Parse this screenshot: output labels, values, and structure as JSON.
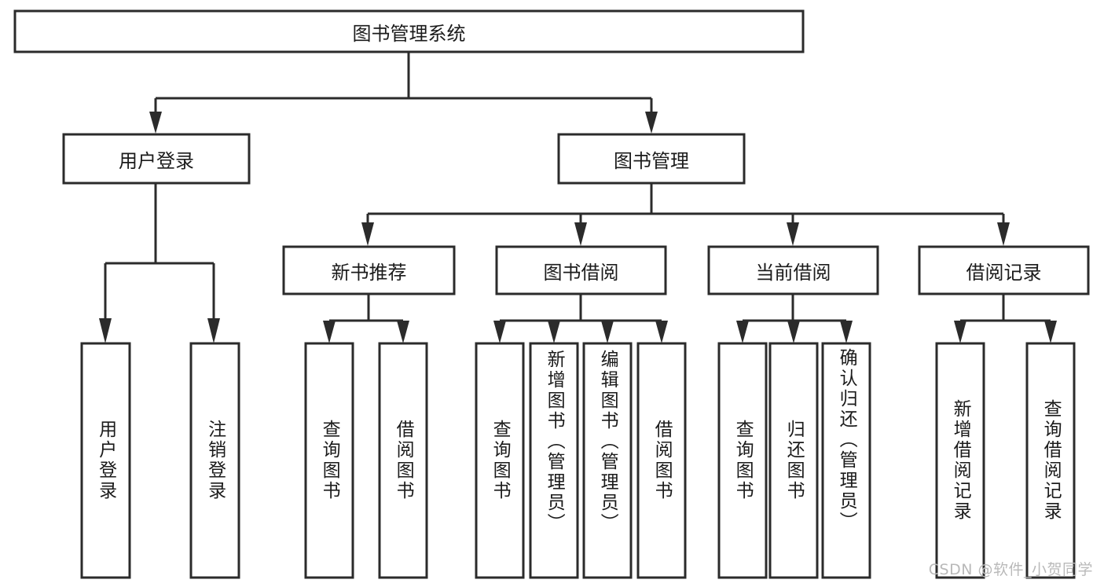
{
  "diagram": {
    "type": "tree",
    "title": "图书管理系统",
    "root": {
      "label": "图书管理系统"
    },
    "level2": [
      {
        "label": "用户登录"
      },
      {
        "label": "图书管理"
      }
    ],
    "level3": [
      {
        "label": "新书推荐"
      },
      {
        "label": "图书借阅"
      },
      {
        "label": "当前借阅"
      },
      {
        "label": "借阅记录"
      }
    ],
    "leaves": {
      "user_login": [
        {
          "label": "用户登录"
        },
        {
          "label": "注销登录"
        }
      ],
      "new_book_recommend": [
        {
          "label": "查询图书"
        },
        {
          "label": "借阅图书"
        }
      ],
      "book_borrow": [
        {
          "label": "查询图书"
        },
        {
          "label": "新增图书（管理员）"
        },
        {
          "label": "编辑图书（管理员）"
        },
        {
          "label": "借阅图书"
        }
      ],
      "current_borrow": [
        {
          "label": "查询图书"
        },
        {
          "label": "归还图书"
        },
        {
          "label": "确认归还（管理员）"
        }
      ],
      "borrow_record": [
        {
          "label": "新增借阅记录"
        },
        {
          "label": "查询借阅记录"
        }
      ]
    },
    "watermark": "CSDN @软件_小贺同学",
    "colors": {
      "stroke": "#2b2b2b",
      "fill": "#ffffff",
      "text": "#1b1b1b",
      "watermark": "#b9b9b9"
    }
  }
}
